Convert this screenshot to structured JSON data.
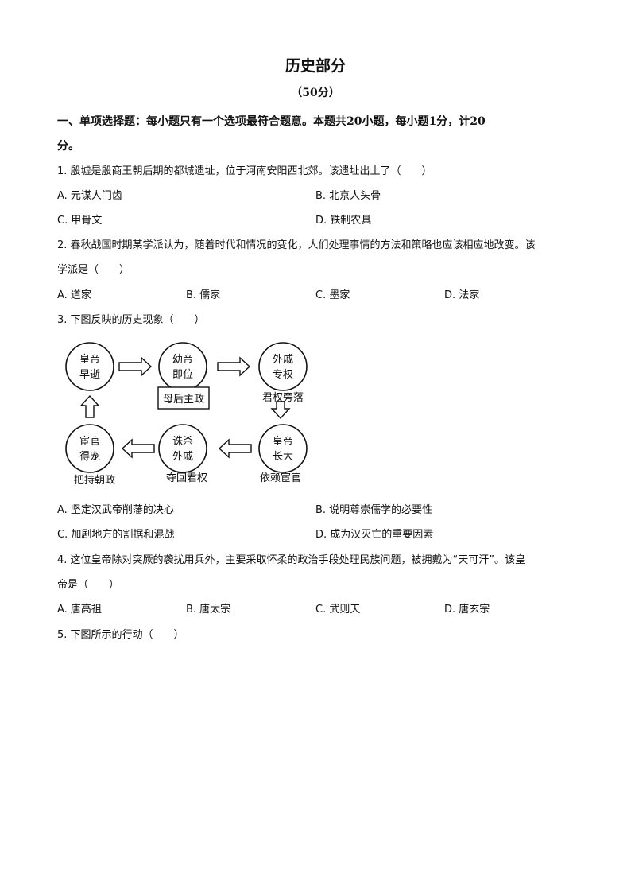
{
  "title": "历史部分",
  "score": "（50分）",
  "section": {
    "line1": "一、单项选择题：每小题只有一个选项最符合题意。本题共20小题，每小题1分，计20",
    "line2": "分。"
  },
  "questions": [
    {
      "stem": [
        "1. 殷墟是殷商王朝后期的都城遗址，位于河南安阳西北郊。该遗址出土了（　　）"
      ],
      "options": [
        "A. 元谋人门齿",
        "B. 北京人头骨",
        "C. 甲骨文",
        "D. 铁制农具"
      ]
    },
    {
      "stem": [
        "2. 春秋战国时期某学派认为，随着时代和情况的变化，人们处理事情的方法和策略也应该相应地改变。该",
        "学派是（　　）"
      ],
      "options": [
        "A. 道家",
        "B. 儒家",
        "C. 墨家",
        "D. 法家"
      ]
    },
    {
      "stem": [
        "3. 下图反映的历史现象（　　）"
      ],
      "options": [
        "A. 坚定汉武帝削藩的决心",
        "B. 说明尊崇儒学的必要性",
        "C. 加剧地方的割据和混战",
        "D. 成为汉灭亡的重要因素"
      ]
    },
    {
      "stem": [
        "4. 这位皇帝除对突厥的袭扰用兵外，主要采取怀柔的政治手段处理民族问题，被拥戴为“天可汗”。该皇",
        "帝是（　　）"
      ],
      "options": [
        "A. 唐高祖",
        "B. 唐太宗",
        "C. 武则天",
        "D. 唐玄宗"
      ]
    },
    {
      "stem": [
        "5. 下图所示的行动（　　）"
      ],
      "options": []
    }
  ],
  "diagram": {
    "nodes": [
      [
        "皇帝",
        "早逝"
      ],
      [
        "幼帝",
        "即位"
      ],
      [
        "外戚",
        "专权"
      ],
      [
        "宦官",
        "得宠"
      ],
      [
        "诛杀",
        "外戚"
      ],
      [
        "皇帝",
        "长大"
      ]
    ],
    "box_label": "母后主政",
    "captions": [
      "君权旁落",
      "把持朝政",
      "夺回君权",
      "依赖宦官"
    ]
  }
}
